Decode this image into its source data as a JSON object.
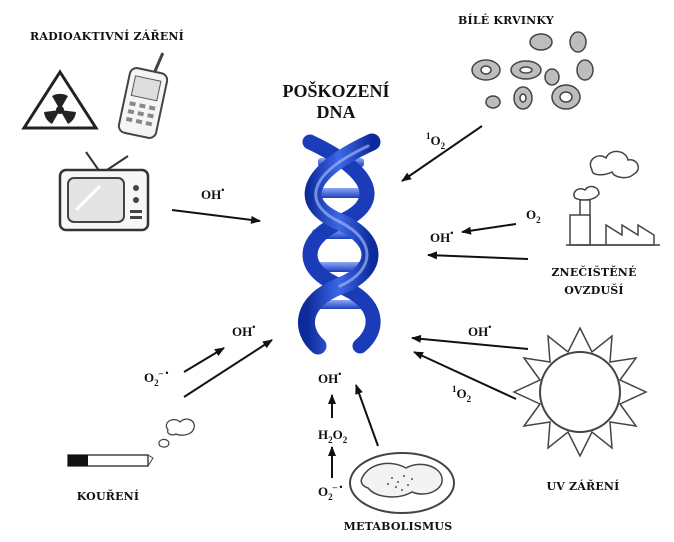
{
  "title": {
    "line1": "POŠKOZENÍ",
    "line2": "DNA"
  },
  "sources": {
    "radioactive": "RADIOAKTIVNÍ ZÁŘENÍ",
    "white_cells": "BÍLÉ KRVINKY",
    "pollution_line1": "ZNEČIŠTĚNÉ",
    "pollution_line2": "OVZDUŠÍ",
    "uv": "UV ZÁŘENÍ",
    "smoking": "KOUŘENÍ",
    "metabolism": "METABOLISMUS"
  },
  "species": {
    "oh": "OH",
    "oh_dot": "•",
    "singlet_sup": "1",
    "o": "O",
    "two": "2",
    "superoxide_sup": "– •",
    "h": "H",
    "h2o2_o": "O",
    "o2_plain": "O"
  },
  "colors": {
    "dna_blue": "#1f45c8",
    "dna_light": "#6f8ff0",
    "ink": "#111111"
  }
}
